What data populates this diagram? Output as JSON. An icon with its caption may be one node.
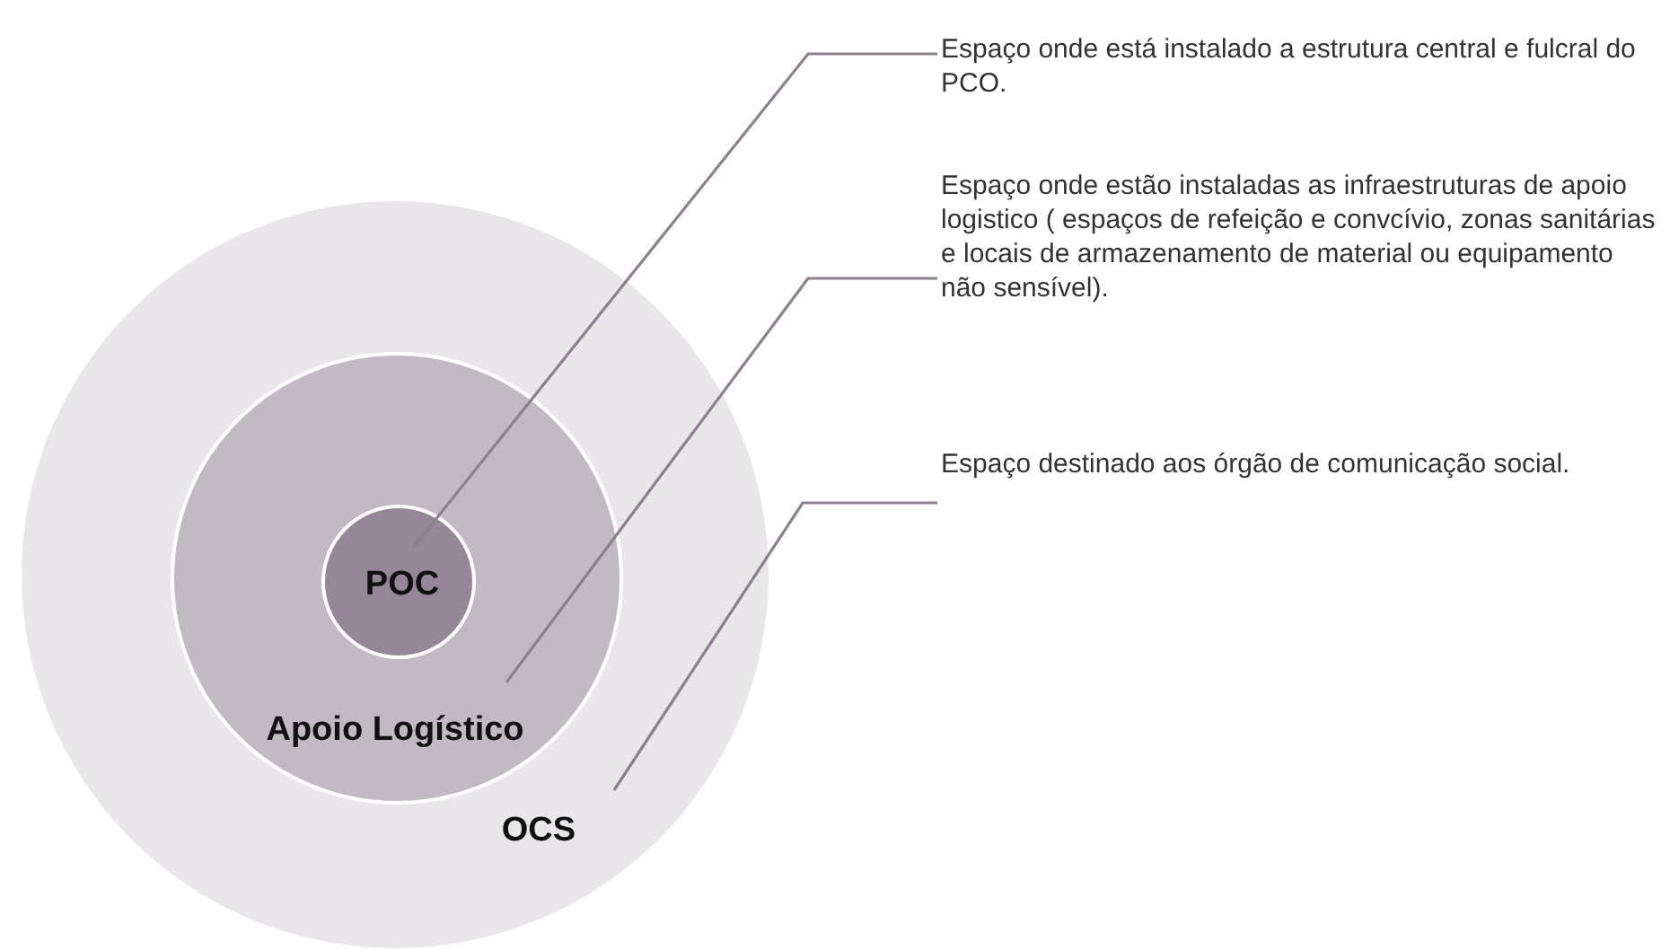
{
  "diagram": {
    "nodes": [
      {
        "text": [
          "OCS"
        ]
      },
      {
        "text": [
          "Apoio Logístico"
        ],
        "in": 0
      },
      {
        "text": [
          "POC"
        ],
        "in": 1
      },
      {
        "text": [
          "Espaço onde está instalado a estrutura central e fulcral do PCO."
        ]
      },
      {
        "text": [
          "Espaço onde estão instaladas as infraestruturas de apoio logistico ( espaços de refeição e convcívio, zonas sanitárias e locais de armazenamento de material ou equipamento não sensível)."
        ]
      },
      {
        "text": [
          "Espaço destinado aos órgão de comunicação social."
        ]
      }
    ],
    "edges": [
      {
        "from": 3,
        "to": 2,
        "arrow": "none"
      },
      {
        "from": 4,
        "to": 1,
        "arrow": "none"
      },
      {
        "from": 5,
        "to": 0,
        "arrow": "none"
      }
    ]
  }
}
